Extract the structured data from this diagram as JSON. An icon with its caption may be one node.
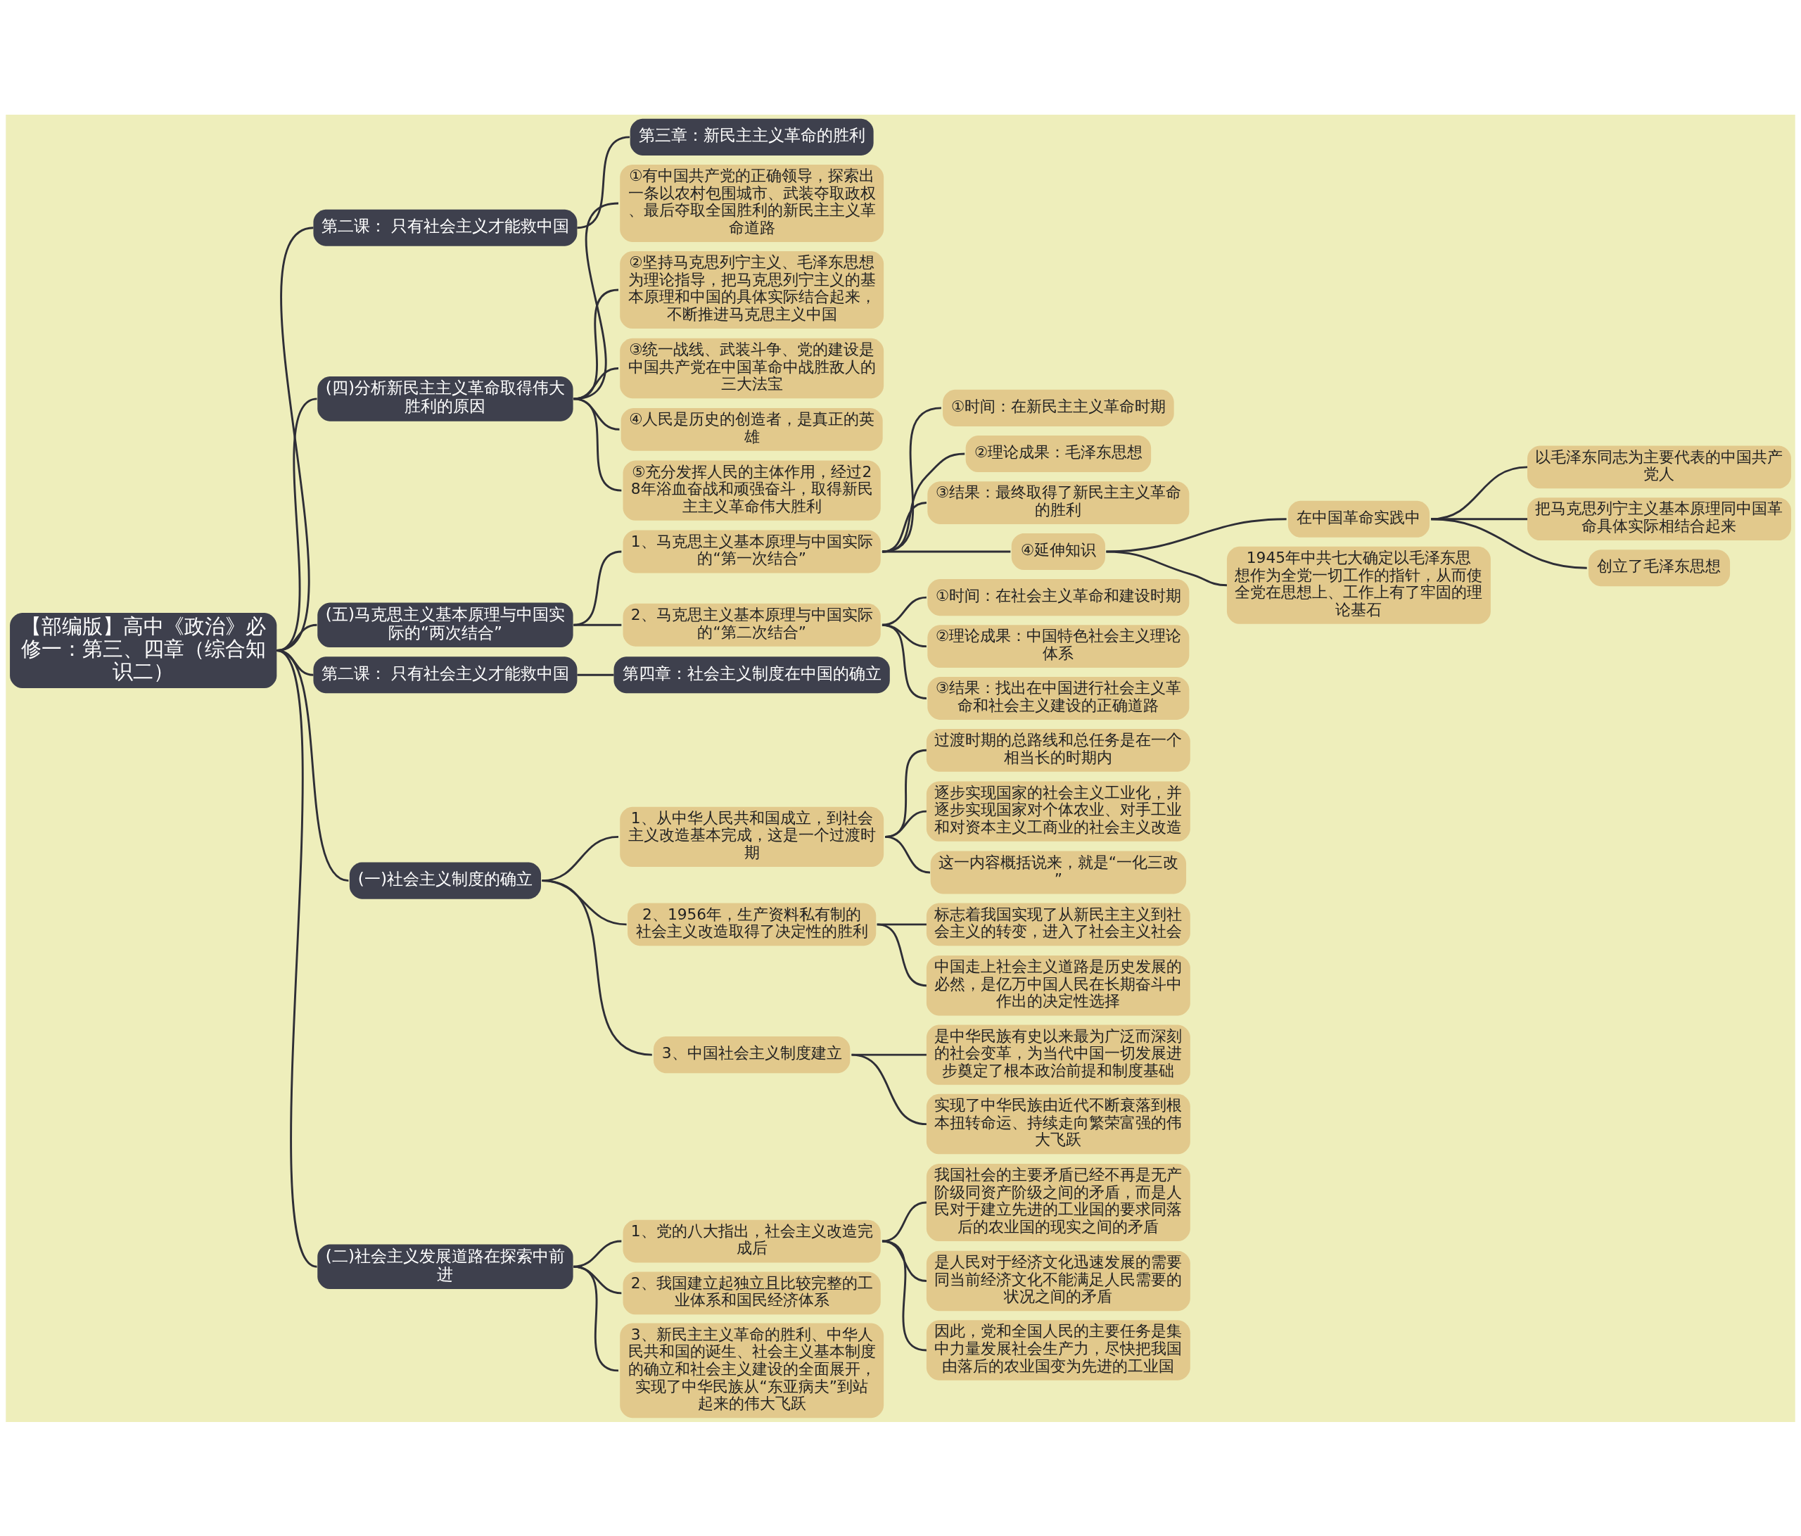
{
  "diagram": {
    "nodes": [
      {
        "text": [
          "【部编版】高中《政治》必修一：第三、四章（综合知识二）"
        ]
      },
      {
        "text": [
          "第二课： 只有社会主义才能救中国"
        ]
      },
      {
        "text": [
          "第三章：新民主主义革命的胜利"
        ]
      },
      {
        "text": [
          "(四)分析新民主主义革命取得伟大胜利的原因"
        ]
      },
      {
        "text": [
          "①有中国共产党的正确领导，探索出一条以农村包围城市、武装夺取政权、最后夺取全国胜利的新民主主义革命道路"
        ]
      },
      {
        "text": [
          "②坚持马克思列宁主义、毛泽东思想为理论指导，把马克思列宁主义的基本原理和中国的具体实际结合起来，不断推进马克思主义中国"
        ]
      },
      {
        "text": [
          "③统一战线、武装斗争、党的建设是中国共产党在中国革命中战胜敌人的三大法宝"
        ]
      },
      {
        "text": [
          "④人民是历史的创造者，是真正的英雄"
        ]
      },
      {
        "text": [
          "⑤充分发挥人民的主体作用，经过28年浴血奋战和顽强奋斗，取得新民主主义革命伟大胜利"
        ]
      },
      {
        "text": [
          "(五)马克思主义基本原理与中国实际的“两次结合”"
        ]
      },
      {
        "text": [
          "1、马克思主义基本原理与中国实际的“第一次结合”"
        ]
      },
      {
        "text": [
          "①时间：在新民主主义革命时期"
        ]
      },
      {
        "text": [
          "②理论成果：毛泽东思想"
        ]
      },
      {
        "text": [
          "③结果：最终取得了新民主主义革命的胜利"
        ]
      },
      {
        "text": [
          "④延伸知识"
        ]
      },
      {
        "text": [
          "在中国革命实践中"
        ]
      },
      {
        "text": [
          "以毛泽东同志为主要代表的中国共产党人"
        ]
      },
      {
        "text": [
          "把马克思列宁主义基本原理同中国革命具体实际相结合起来"
        ]
      },
      {
        "text": [
          "创立了毛泽东思想"
        ]
      },
      {
        "text": [
          "1945年中共七大确定以毛泽东思想作为全党一切工作的指针，从而使全党在思想上、工作上有了牢固的理论基石"
        ]
      },
      {
        "text": [
          "2、马克思主义基本原理与中国实际的“第二次结合”"
        ]
      },
      {
        "text": [
          "①时间：在社会主义革命和建设时期"
        ]
      },
      {
        "text": [
          "②理论成果：中国特色社会主义理论体系"
        ]
      },
      {
        "text": [
          "③结果：找出在中国进行社会主义革命和社会主义建设的正确道路"
        ]
      },
      {
        "text": [
          "第二课： 只有社会主义才能救中国"
        ]
      },
      {
        "text": [
          "第四章：社会主义制度在中国的确立"
        ]
      },
      {
        "text": [
          "(一)社会主义制度的确立"
        ]
      },
      {
        "text": [
          "1、从中华人民共和国成立，到社会主义改造基本完成，这是一个过渡时期"
        ]
      },
      {
        "text": [
          "过渡时期的总路线和总任务是在一个相当长的时期内"
        ]
      },
      {
        "text": [
          "逐步实现国家的社会主义工业化，并逐步实现国家对个体农业、对手工业和对资本主义工商业的社会主义改造"
        ]
      },
      {
        "text": [
          "这一内容概括说来，就是“一化三改”"
        ]
      },
      {
        "text": [
          "2、1956年，生产资料私有制的社会主义改造取得了决定性的胜利"
        ]
      },
      {
        "text": [
          "标志着我国实现了从新民主主义到社会主义的转变，进入了社会主义社会"
        ]
      },
      {
        "text": [
          "中国走上社会主义道路是历史发展的必然，是亿万中国人民在长期奋斗中作出的决定性选择"
        ]
      },
      {
        "text": [
          "3、中国社会主义制度建立"
        ]
      },
      {
        "text": [
          "是中华民族有史以来最为广泛而深刻的社会变革，为当代中国一切发展进步奠定了根本政治前提和制度基础"
        ]
      },
      {
        "text": [
          "实现了中华民族由近代不断衰落到根本扭转命运、持续走向繁荣富强的伟大飞跃"
        ]
      },
      {
        "text": [
          "(二)社会主义发展道路在探索中前进"
        ]
      },
      {
        "text": [
          "1、党的八大指出，社会主义改造完成后"
        ]
      },
      {
        "text": [
          "我国社会的主要矛盾已经不再是无产阶级同资产阶级之间的矛盾，而是人民对于建立先进的工业国的要求同落后的农业国的现实之间的矛盾"
        ]
      },
      {
        "text": [
          "是人民对于经济文化迅速发展的需要同当前经济文化不能满足人民需要的状况之间的矛盾"
        ]
      },
      {
        "text": [
          "因此，党和全国人民的主要任务是集中力量发展社会生产力，尽快把我国由落后的农业国变为先进的工业国"
        ]
      },
      {
        "text": [
          "2、我国建立起独立且比较完整的工业体系和国民经济体系"
        ]
      },
      {
        "text": [
          "3、新民主主义革命的胜利、中华人民共和国的诞生、社会主义基本制度的确立和社会主义建设的全面展开，实现了中华民族从“东亚病夫”到站起来的伟大飞跃"
        ]
      }
    ],
    "edges": [
      {
        "from": 0,
        "to": 1,
        "arrow": "none"
      },
      {
        "from": 1,
        "to": 2,
        "arrow": "none"
      },
      {
        "from": 0,
        "to": 3,
        "arrow": "none"
      },
      {
        "from": 3,
        "to": 4,
        "arrow": "none"
      },
      {
        "from": 3,
        "to": 5,
        "arrow": "none"
      },
      {
        "from": 3,
        "to": 6,
        "arrow": "none"
      },
      {
        "from": 3,
        "to": 7,
        "arrow": "none"
      },
      {
        "from": 3,
        "to": 8,
        "arrow": "none"
      },
      {
        "from": 0,
        "to": 9,
        "arrow": "none"
      },
      {
        "from": 9,
        "to": 10,
        "arrow": "none"
      },
      {
        "from": 10,
        "to": 11,
        "arrow": "none"
      },
      {
        "from": 10,
        "to": 12,
        "arrow": "none"
      },
      {
        "from": 10,
        "to": 13,
        "arrow": "none"
      },
      {
        "from": 10,
        "to": 14,
        "arrow": "none"
      },
      {
        "from": 14,
        "to": 15,
        "arrow": "none"
      },
      {
        "from": 15,
        "to": 16,
        "arrow": "none"
      },
      {
        "from": 15,
        "to": 17,
        "arrow": "none"
      },
      {
        "from": 15,
        "to": 18,
        "arrow": "none"
      },
      {
        "from": 14,
        "to": 19,
        "arrow": "none"
      },
      {
        "from": 9,
        "to": 20,
        "arrow": "none"
      },
      {
        "from": 20,
        "to": 21,
        "arrow": "none"
      },
      {
        "from": 20,
        "to": 22,
        "arrow": "none"
      },
      {
        "from": 20,
        "to": 23,
        "arrow": "none"
      },
      {
        "from": 0,
        "to": 24,
        "arrow": "none"
      },
      {
        "from": 24,
        "to": 25,
        "arrow": "none"
      },
      {
        "from": 0,
        "to": 26,
        "arrow": "none"
      },
      {
        "from": 26,
        "to": 27,
        "arrow": "none"
      },
      {
        "from": 27,
        "to": 28,
        "arrow": "none"
      },
      {
        "from": 27,
        "to": 29,
        "arrow": "none"
      },
      {
        "from": 27,
        "to": 30,
        "arrow": "none"
      },
      {
        "from": 26,
        "to": 31,
        "arrow": "none"
      },
      {
        "from": 31,
        "to": 32,
        "arrow": "none"
      },
      {
        "from": 31,
        "to": 33,
        "arrow": "none"
      },
      {
        "from": 26,
        "to": 34,
        "arrow": "none"
      },
      {
        "from": 34,
        "to": 35,
        "arrow": "none"
      },
      {
        "from": 34,
        "to": 36,
        "arrow": "none"
      },
      {
        "from": 0,
        "to": 37,
        "arrow": "none"
      },
      {
        "from": 37,
        "to": 38,
        "arrow": "none"
      },
      {
        "from": 38,
        "to": 39,
        "arrow": "none"
      },
      {
        "from": 38,
        "to": 40,
        "arrow": "none"
      },
      {
        "from": 38,
        "to": 41,
        "arrow": "none"
      },
      {
        "from": 37,
        "to": 42,
        "arrow": "none"
      },
      {
        "from": 37,
        "to": 43,
        "arrow": "none"
      }
    ]
  }
}
